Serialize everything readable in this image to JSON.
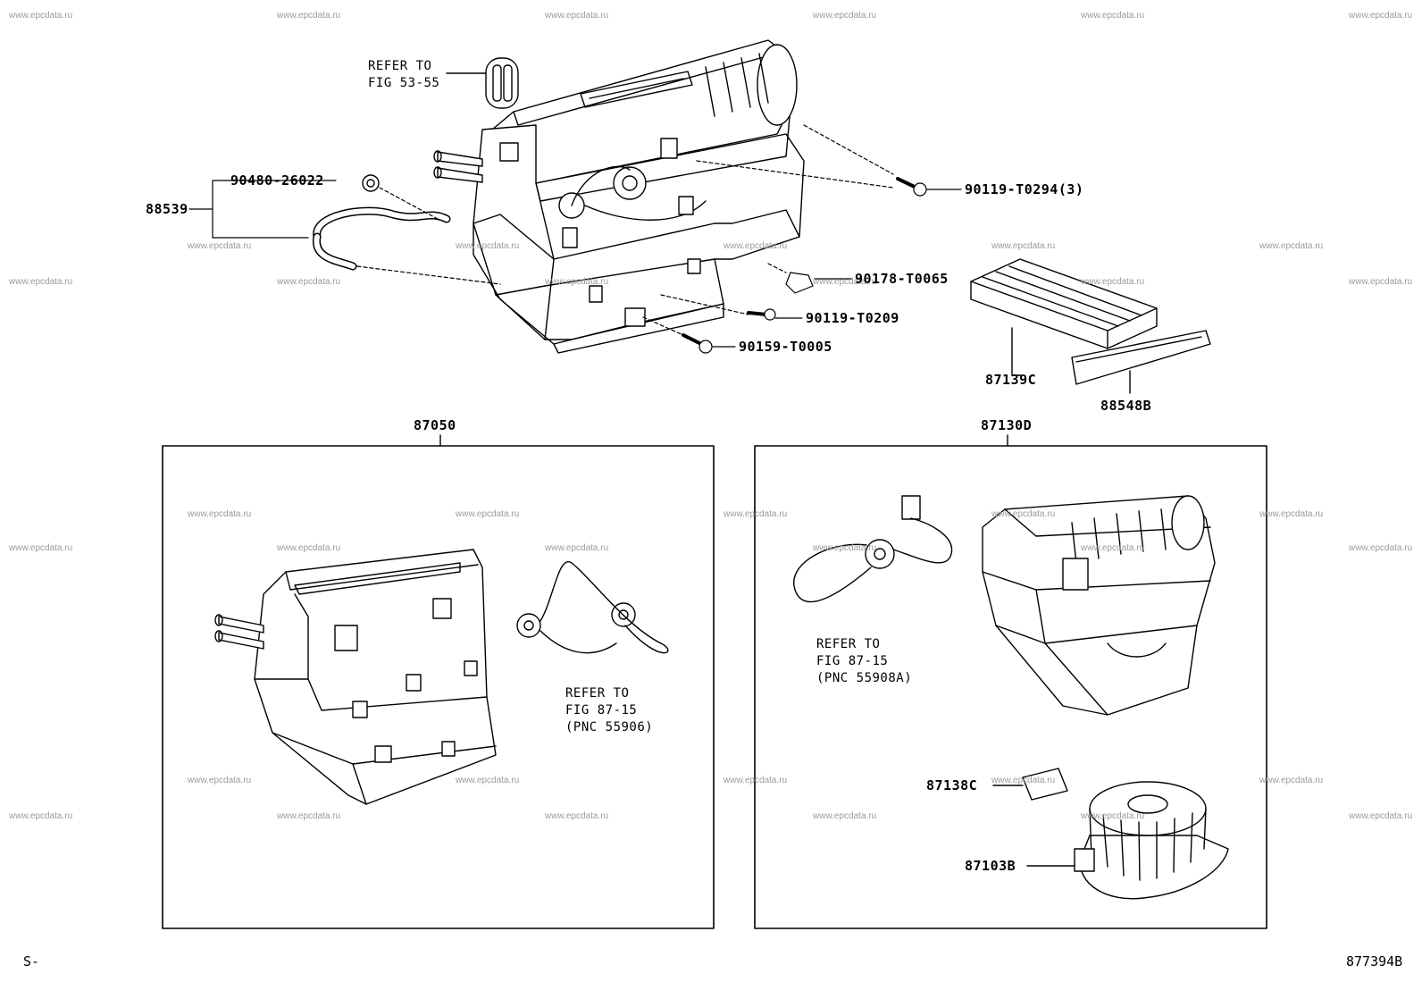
{
  "watermark": "www.epcdata.ru",
  "refs": {
    "fig53": [
      "REFER TO",
      "FIG 53-55"
    ],
    "fig87a": [
      "REFER TO",
      "FIG 87-15",
      "(PNC 55906)"
    ],
    "fig87b": [
      "REFER TO",
      "FIG 87-15",
      "(PNC 55908A)"
    ]
  },
  "parts": {
    "p88539": "88539",
    "p90480": "90480-26022",
    "p90119a": "90119-T0294(3)",
    "p90178": "90178-T0065",
    "p90119b": "90119-T0209",
    "p90159": "90159-T0005",
    "p87139c": "87139C",
    "p88548b": "88548B",
    "p87050": "87050",
    "p87130d": "87130D",
    "p87138c": "87138C",
    "p87103b": "87103B"
  },
  "corner_left": "S-",
  "corner_right": "877394B"
}
